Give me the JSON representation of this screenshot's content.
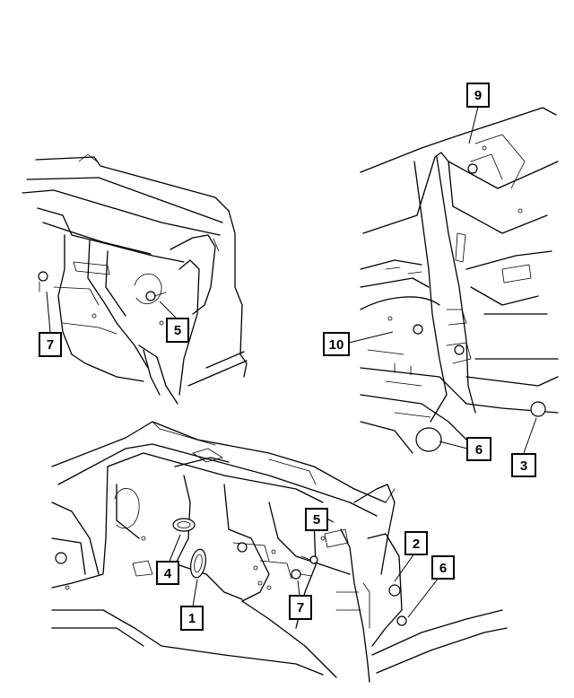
{
  "callouts": [
    {
      "id": "c9",
      "label": "9"
    },
    {
      "id": "c7a",
      "label": "7"
    },
    {
      "id": "c5a",
      "label": "5"
    },
    {
      "id": "c10",
      "label": "10"
    },
    {
      "id": "c6a",
      "label": "6"
    },
    {
      "id": "c3",
      "label": "3"
    },
    {
      "id": "c5b",
      "label": "5"
    },
    {
      "id": "c2",
      "label": "2"
    },
    {
      "id": "c6b",
      "label": "6"
    },
    {
      "id": "c4",
      "label": "4"
    },
    {
      "id": "c7b",
      "label": "7"
    },
    {
      "id": "c1",
      "label": "1"
    }
  ],
  "colors": {
    "ink": "#000000",
    "paper": "#ffffff"
  }
}
